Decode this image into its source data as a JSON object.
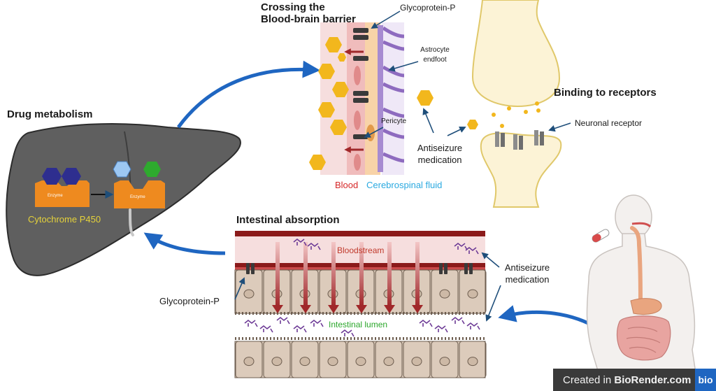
{
  "sections": {
    "bbb": {
      "title_line1": "Crossing the",
      "title_line2": "Blood-brain barrier"
    },
    "metabolism": {
      "title": "Drug metabolism"
    },
    "receptors": {
      "title": "Binding to receptors"
    },
    "absorption": {
      "title": "Intestinal absorption"
    }
  },
  "labels": {
    "glycoprotein_p_top": "Glycoprotein-P",
    "astrocyte_line1": "Astrocyte",
    "astrocyte_line2": "endfoot",
    "pericyte": "Pericyte",
    "antiseizure_top_line1": "Antiseizure",
    "antiseizure_top_line2": "medication",
    "blood": "Blood",
    "csf": "Cerebrospinal fluid",
    "neuronal_receptor": "Neuronal receptor",
    "enzyme_left": "Enzyme",
    "enzyme_right": "Enzyme",
    "cytochrome": "Cytochrome P450",
    "bloodstream": "Bloodstream",
    "intestinal_lumen": "Intestinal lumen",
    "glycoprotein_p_left": "Glycoprotein-P",
    "antiseizure_right_line1": "Antiseizure",
    "antiseizure_right_line2": "medication"
  },
  "badge": {
    "prefix": "Created in ",
    "brand": "BioRender.com",
    "logo": "bio"
  },
  "colors": {
    "flow_arrow": "#1f66c1",
    "drug": "#f2b71d",
    "liver": "#5f5f5f",
    "enzyme": "#ee8a1f",
    "blood_label": "#d62728",
    "csf_label": "#2aa9e0",
    "cytochrome_label": "#e5d23a",
    "lumen_label": "#2aa62a",
    "bloodstream_label": "#c0392b",
    "membrane_red": "#8b1a1a"
  }
}
